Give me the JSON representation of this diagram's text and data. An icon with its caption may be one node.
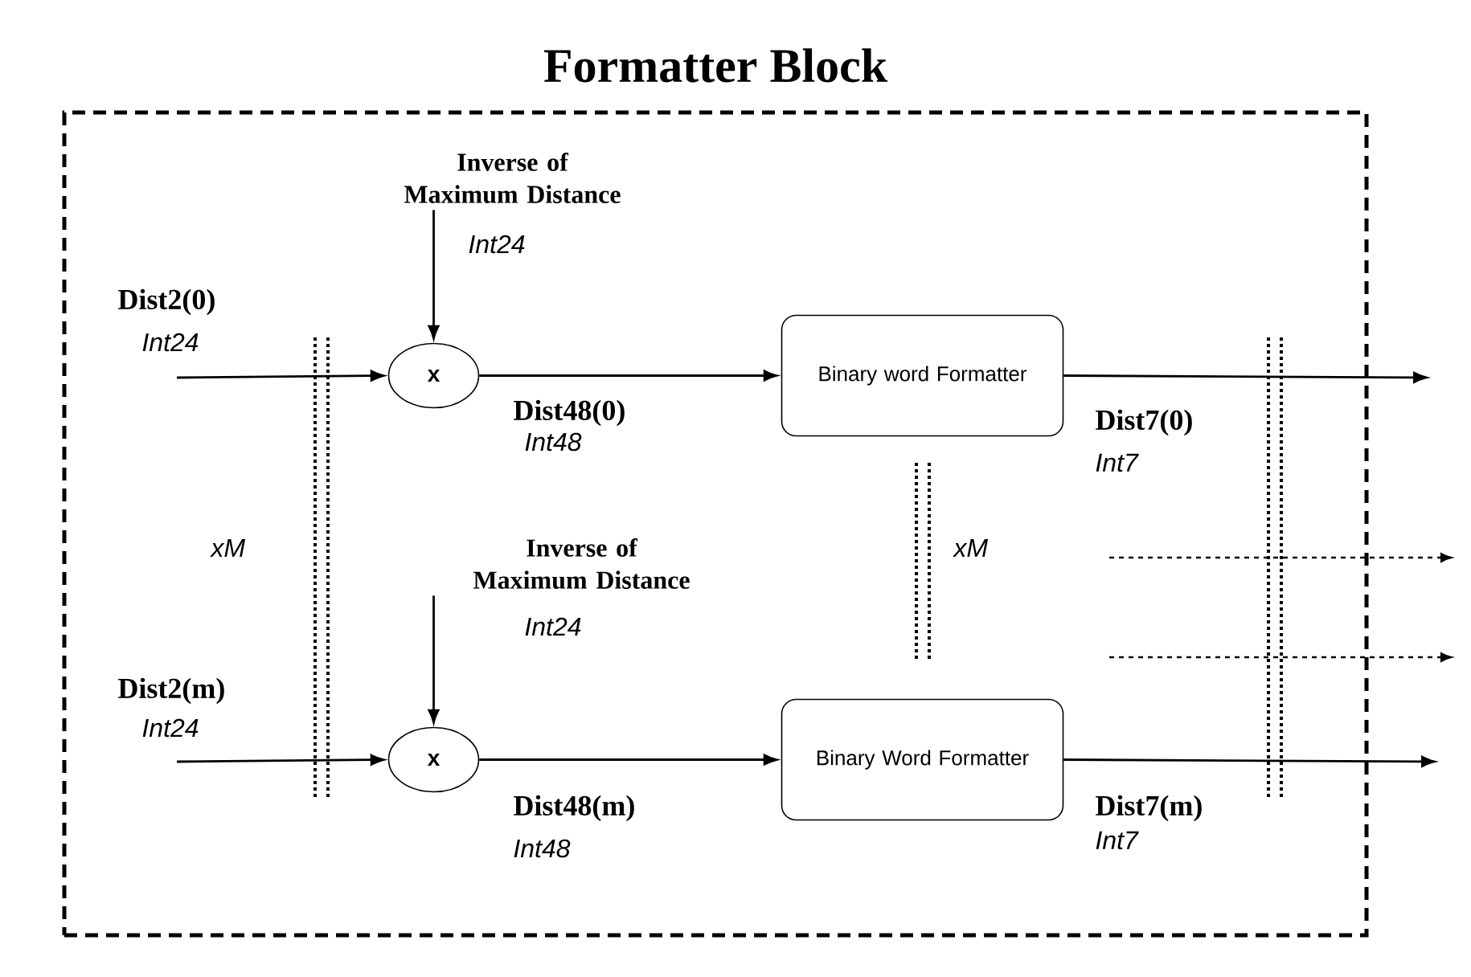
{
  "diagram": {
    "nodes": [
      {
        "text": [
          "Formatter Block"
        ]
      },
      {
        "text": [
          "Inverse of Maximum Distance"
        ],
        "beside": [
          "Int24"
        ],
        "in": 0
      },
      {
        "text": [
          "x"
        ],
        "in": 0
      },
      {
        "text": [
          "Binary word Formatter"
        ],
        "in": 0
      },
      {
        "text": [
          "Inverse of Maximum Distance"
        ],
        "beside": [
          "Int24"
        ],
        "in": 0
      },
      {
        "text": [
          "x"
        ],
        "in": 0
      },
      {
        "text": [
          "Binary Word Formatter"
        ],
        "in": 0
      }
    ],
    "edges": [
      {
        "from": null,
        "to": 2,
        "arrow": "to",
        "label": "Dist2(0)"
      },
      {
        "from": 1,
        "to": 2,
        "arrow": "to"
      },
      {
        "from": 2,
        "to": 3,
        "arrow": "to",
        "label": "Dist48(0)"
      },
      {
        "from": 3,
        "to": null,
        "arrow": "to",
        "label": "Dist7(0)"
      },
      {
        "from": null,
        "to": 5,
        "arrow": "to",
        "label": "Dist2(m)"
      },
      {
        "from": 4,
        "to": 5,
        "arrow": "to"
      },
      {
        "from": 5,
        "to": 6,
        "arrow": "to",
        "label": "Dist48(m)"
      },
      {
        "from": 6,
        "to": null,
        "arrow": "to",
        "label": "Dist7(m)"
      }
    ],
    "labels": [
      "Int24",
      "Int48",
      "Int7",
      "xM",
      "xM",
      "Int24",
      "Int48",
      "Int7"
    ]
  }
}
